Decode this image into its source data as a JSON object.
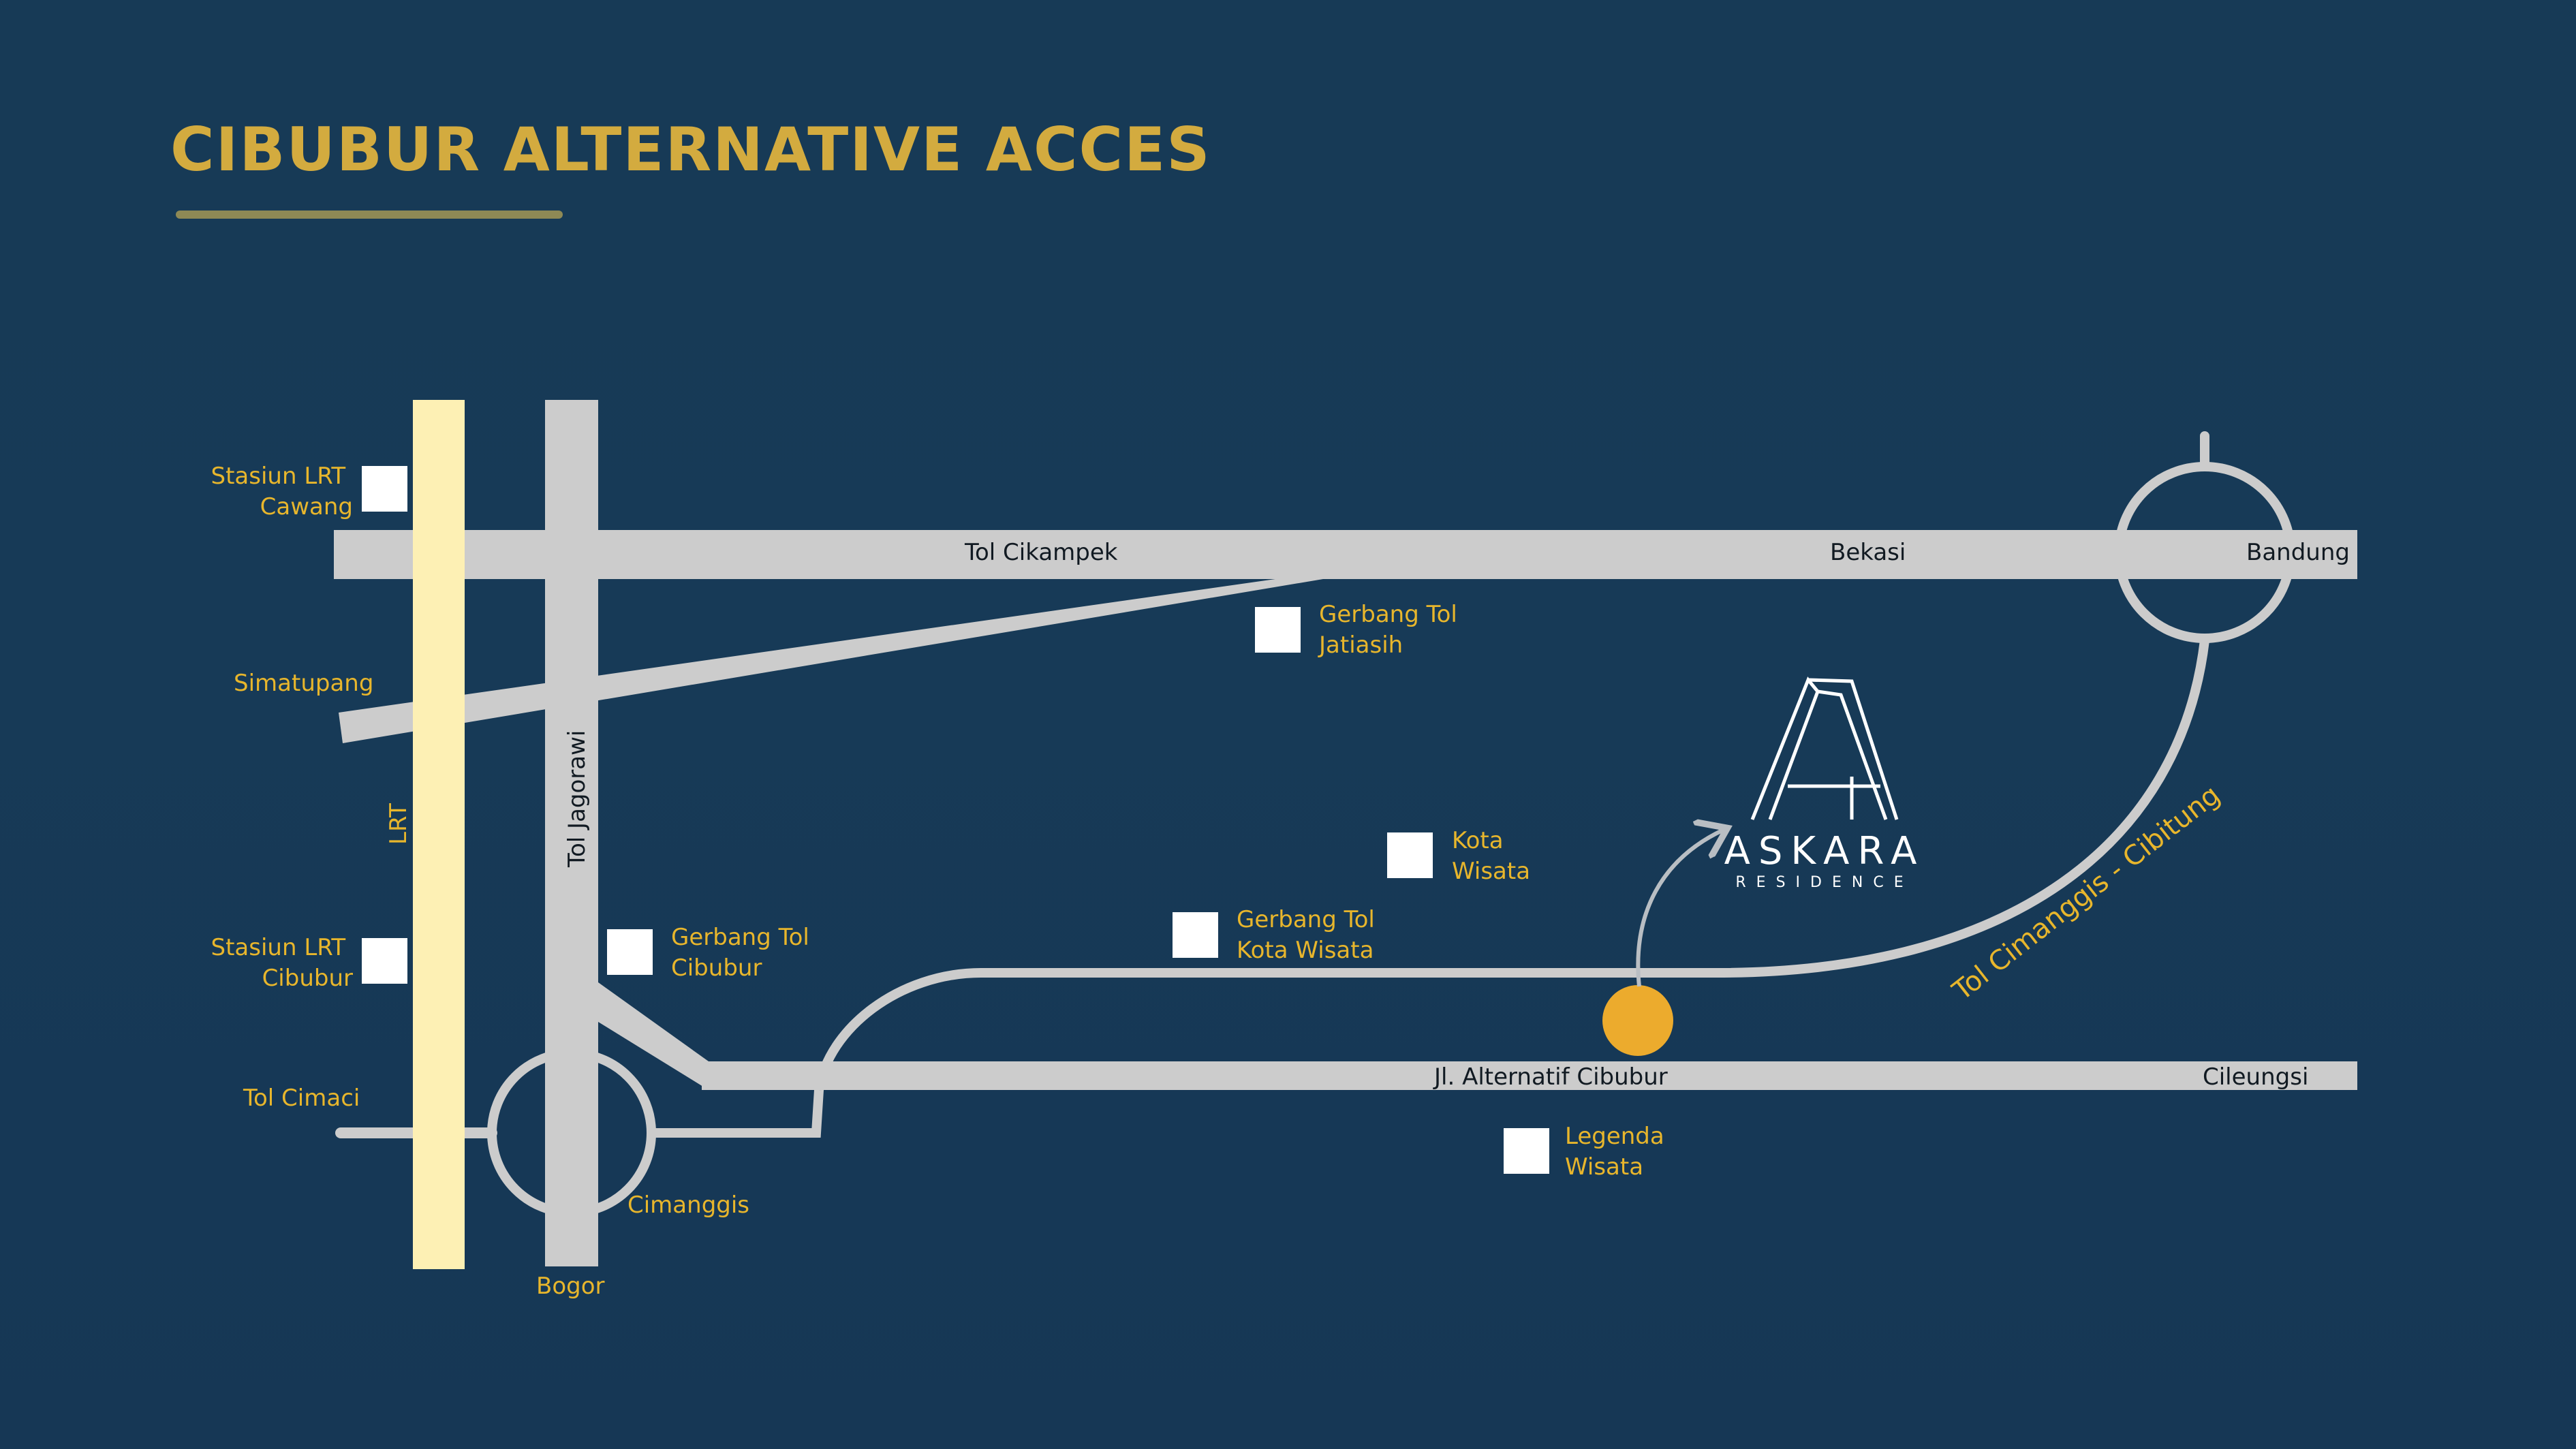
{
  "title": "CIBUBUR ALTERNATIVE ACCES",
  "colors": {
    "background": "#173a56",
    "road": "#cccccc",
    "lrt": "#fdf0b4",
    "label": "#e8b62c",
    "title": "#d3ab3f",
    "marker": "#ecab2d"
  },
  "roads": {
    "lrt": "LRT",
    "jagorawi": "Tol Jagorawi",
    "cikampek": "Tol Cikampek",
    "bekasi": "Bekasi",
    "bandung": "Bandung",
    "alternatif": "Jl. Alternatif Cibubur",
    "cileungsi": "Cileungsi",
    "cimanggis_cibitung": "Tol Cimanggis - Cibitung"
  },
  "places": {
    "stasiun_cawang": [
      "Stasiun LRT",
      "Cawang"
    ],
    "simatupang": "Simatupang",
    "stasiun_cibubur": [
      "Stasiun LRT",
      "Cibubur"
    ],
    "tol_cimaci": "Tol Cimaci",
    "cimanggis": "Cimanggis",
    "bogor": "Bogor",
    "gerbang_cibubur": [
      "Gerbang Tol",
      "Cibubur"
    ],
    "gerbang_jatiasih": [
      "Gerbang Tol",
      "Jatiasih"
    ],
    "kota_wisata": [
      "Kota",
      "Wisata"
    ],
    "gerbang_kota_wisata": [
      "Gerbang Tol",
      "Kota Wisata"
    ],
    "legenda_wisata": [
      "Legenda",
      "Wisata"
    ]
  },
  "logo": {
    "name": "ASKARA",
    "subtitle": "RESIDENCE"
  }
}
